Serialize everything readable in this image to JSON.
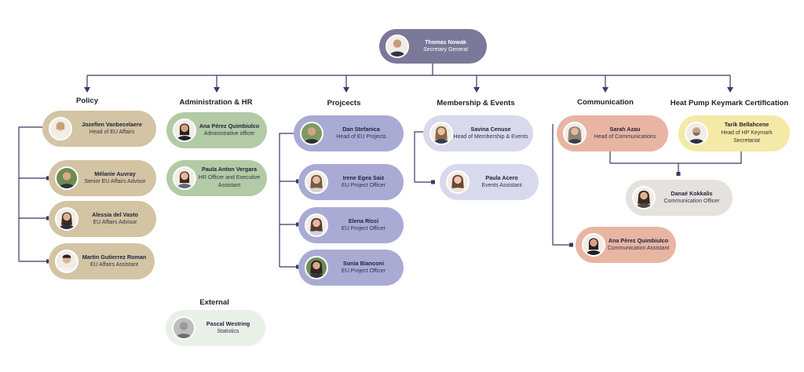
{
  "colors": {
    "line": "#3b3965",
    "gold": "#d3c4a3",
    "green": "#b2cba6",
    "blue": "#a9abd5",
    "lavender": "#d8d9ec",
    "coral": "#e8b5a3",
    "yellow": "#f4e9a6",
    "grey": "#e5e2dd",
    "top": "#7b7899"
  },
  "head": {
    "name": "Thomas Nowak",
    "role": "Secretary General"
  },
  "departments": {
    "policy": "Policy",
    "admin": "Administration & HR",
    "projects": "Projcects",
    "membership": "Membership & Events",
    "communication": "Communication",
    "heatpump": "Heat Pump Keymark Certification",
    "external": "External"
  },
  "people": {
    "jozefien": {
      "name": "Jozefien Vanbecelaere",
      "role": "Head of EU Affairs"
    },
    "melanie": {
      "name": "Mélanie Auvray",
      "role": "Senior EU Affairs Advisor"
    },
    "alessia": {
      "name": "Alessia del Vasto",
      "role": "EU Affairs Advisor"
    },
    "martin": {
      "name": "Martin Gutierrez Roman",
      "role": "EU Affairs Assistant"
    },
    "anaAdmin": {
      "name": "Ana Pérez Quimbiulco",
      "role": "Administrative officer"
    },
    "paulaAV": {
      "name": "Paula Anton Vergara",
      "role": "HR Officer and Executive Assistant"
    },
    "dan": {
      "name": "Dan Stefanica",
      "role": "Head of EU Projects"
    },
    "irene": {
      "name": "Irene Egea Saiz",
      "role": "EU Project Officer"
    },
    "elena": {
      "name": "Elena Ricci",
      "role": "EU Project Officer"
    },
    "sonia": {
      "name": "Sonia Bianconi",
      "role": "EU Project Officer"
    },
    "savina": {
      "name": "Savina Cenuse",
      "role": "Head of Membership & Events"
    },
    "paulaAcero": {
      "name": "Paula Acero",
      "role": "Events Assistant"
    },
    "sarah": {
      "name": "Sarah Azau",
      "role": "Head of Communications"
    },
    "anaComm": {
      "name": "Ana Pérez Quimbiulco",
      "role": "Communication Assistant"
    },
    "tarik": {
      "name": "Tarik Bellahcene",
      "role": "Head of HP Keymark Secretariat"
    },
    "danae": {
      "name": "Danaé Kokkalis",
      "role": "Communication Officer"
    },
    "pascal": {
      "name": "Pascal Westring",
      "role": "Statistics"
    }
  }
}
